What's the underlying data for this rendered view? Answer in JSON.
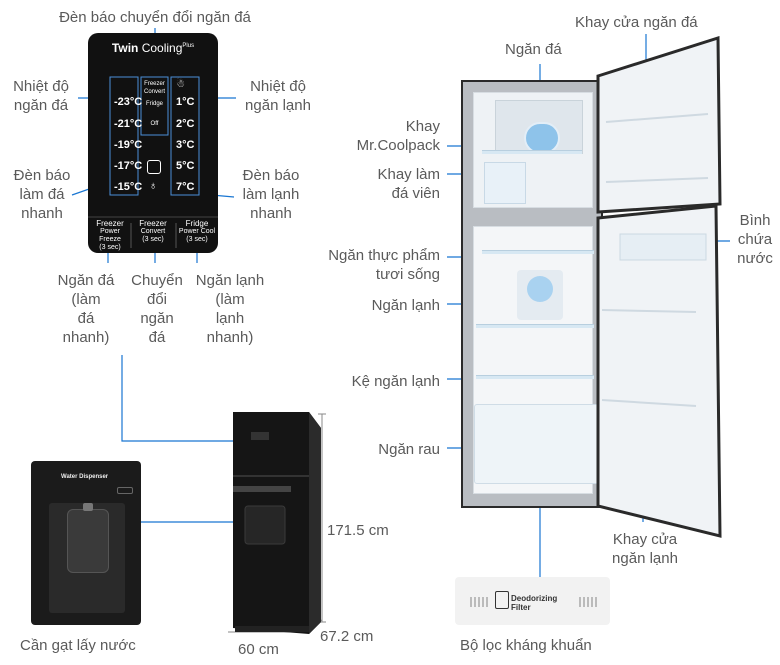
{
  "colors": {
    "callout_line": "#1976d2",
    "label_text": "#5a5a5a",
    "panel_bg": "#111111"
  },
  "labels": {
    "den_bao_chuyen_doi": "Đèn báo chuyển đổi ngăn đá",
    "nhiet_do_ngan_da": "Nhiệt độ\nngăn đá",
    "nhiet_do_ngan_lanh": "Nhiệt độ\nngăn lạnh",
    "den_bao_lam_da": "Đèn báo\nlàm đá\nnhanh",
    "den_bao_lam_lanh": "Đèn báo\nlàm lạnh\nnhanh",
    "ngan_da_nhanh": "Ngăn đá\n(làm\nđá\nnhanh)",
    "chuyen_doi": "Chuyển\nđổi\nngăn\nđá",
    "ngan_lanh_nhanh": "Ngăn lạnh\n(làm\nlạnh\nnhanh)",
    "can_gat": "Cần gạt lấy nước",
    "height_dim": "171.5 cm",
    "depth_dim": "67.2 cm",
    "width_dim": "60 cm",
    "ngan_da": "Ngăn đá",
    "khay_cua_ngan_da": "Khay cửa ngăn đá",
    "khay_coolpack": "Khay\nMr.Coolpack",
    "khay_lam_da": "Khay làm\nđá viên",
    "binh_chua_nuoc": "Bình\nchứa\nnước",
    "ngan_thuc_pham": "Ngăn thực phẩm\ntươi sống",
    "ngan_lanh": "Ngăn lạnh",
    "ke_ngan_lanh": "Kệ ngăn lạnh",
    "ngan_rau": "Ngăn rau",
    "khay_cua_ngan_lanh": "Khay cửa\nngăn lạnh",
    "bo_loc": "Bộ lọc kháng khuẩn"
  },
  "panel": {
    "title_twin": "Twin",
    "title_cooling": "Cooling",
    "title_plus": "Plus",
    "freezer_temps": [
      "-23°C",
      "-21°C",
      "-19°C",
      "-17°C",
      "-15°C"
    ],
    "fridge_temps": [
      "1°C",
      "2°C",
      "3°C",
      "5°C",
      "7°C"
    ],
    "mode_freezer": "Freezer\nConvert",
    "mode_fridge": "Fridge",
    "mode_off": "Off",
    "btn1_title": "Freezer",
    "btn1_sub": "Power Freeze\n(3 sec)",
    "btn2_title": "Freezer",
    "btn2_sub": "Convert\n(3 sec)",
    "btn3_title": "Fridge",
    "btn3_sub": "Power Cool\n(3 sec)"
  },
  "dispenser_title": "Water Dispenser",
  "filter_text": "Deodorizing\nFilter"
}
